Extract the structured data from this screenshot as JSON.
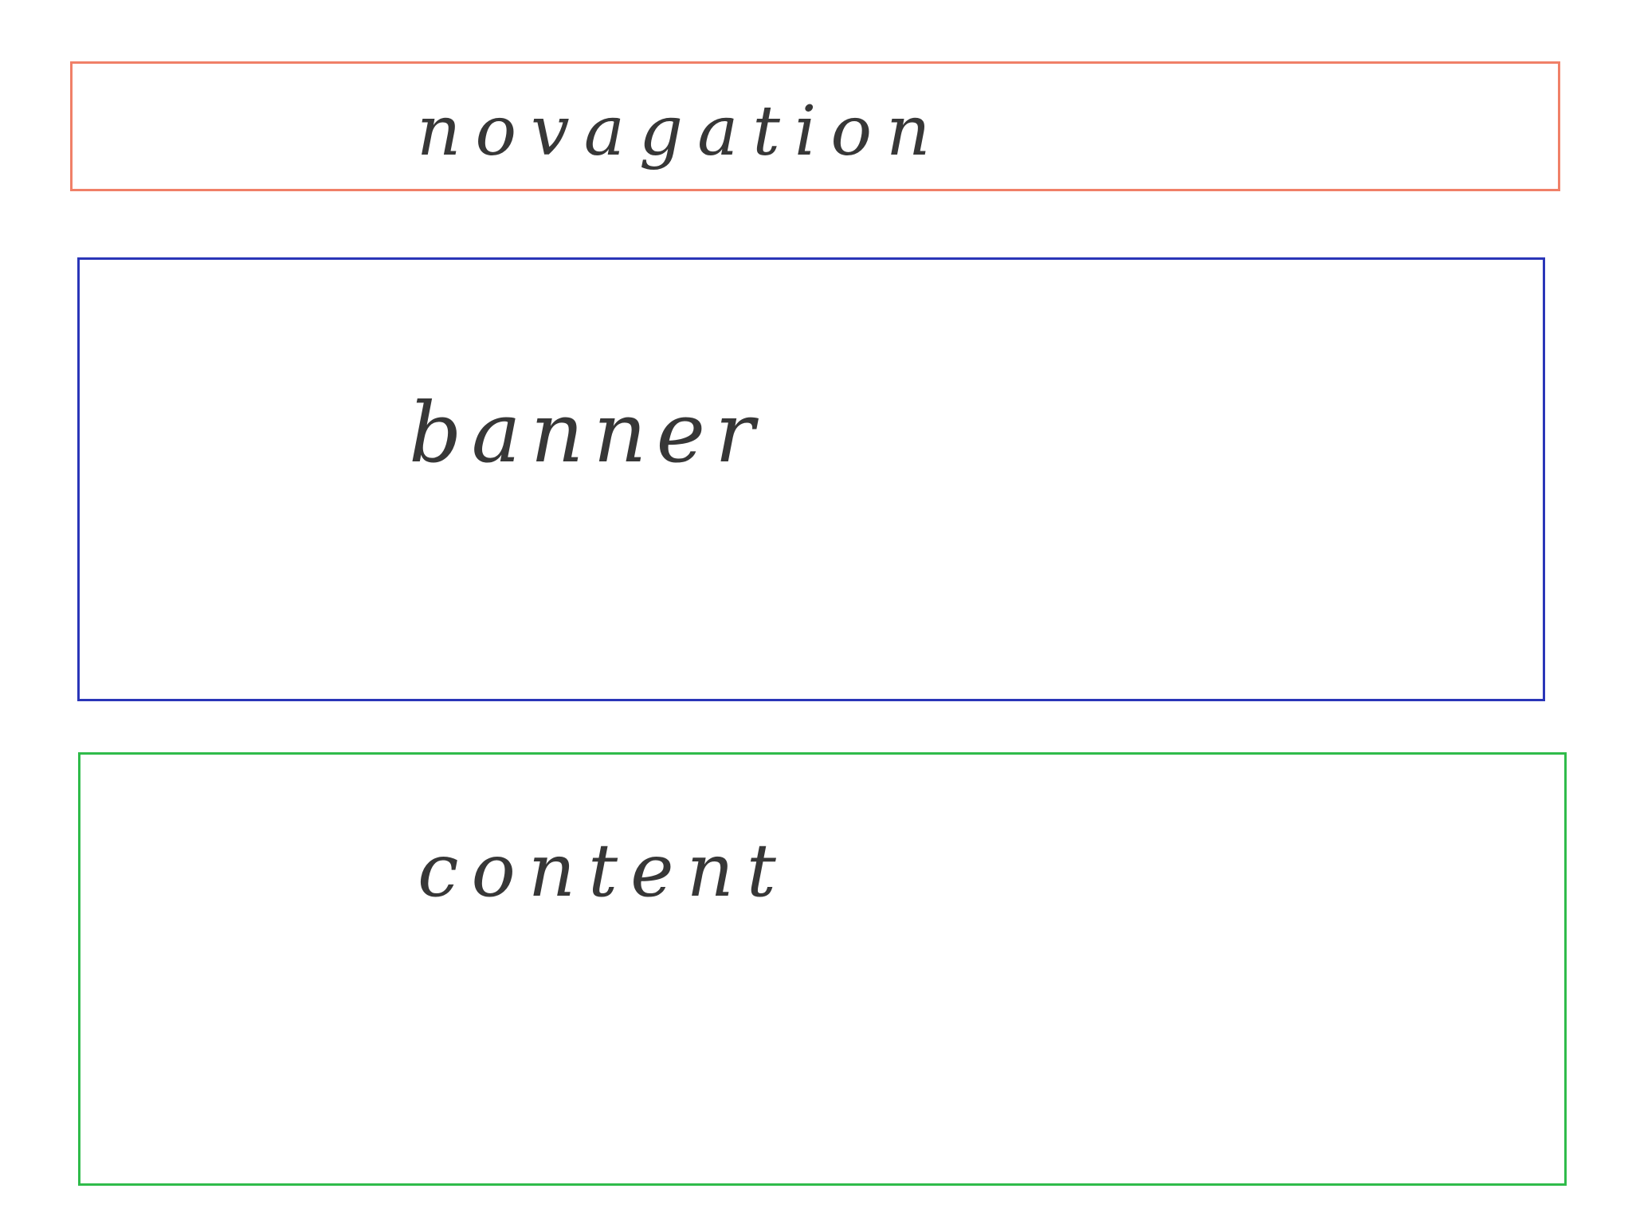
{
  "colors": {
    "navigation_border": "#f08068",
    "banner_border": "#2a36b8",
    "content_border": "#2fbb4a",
    "ink": "#1c1c1c"
  },
  "sections": {
    "navigation": {
      "label": "novagation"
    },
    "banner": {
      "label": "banner"
    },
    "content": {
      "label": "content"
    }
  }
}
